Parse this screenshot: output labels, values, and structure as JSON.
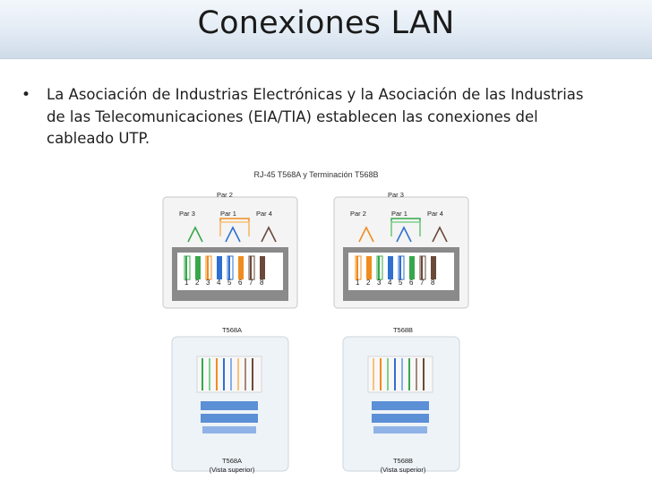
{
  "slide": {
    "title": "Conexiones LAN",
    "bullet": "La Asociación de Industrias Electrónicas y la Asociación de las Industrias de las Telecomunicaciones (EIA/TIA) establecen las conexiones del cableado UTP."
  },
  "diagram": {
    "title": "RJ-45 T568A y Terminación T568B",
    "pins": [
      "1",
      "2",
      "3",
      "4",
      "5",
      "6",
      "7",
      "8"
    ],
    "left": {
      "top_pair": "Par 2",
      "pair_left": "Par 3",
      "pair_center": "Par 1",
      "pair_right": "Par 4",
      "jack_caption": "T568A",
      "plug_caption": "T568A",
      "plug_sub": "(Vista superior)"
    },
    "right": {
      "top_pair": "Par 3",
      "pair_left": "Par 2",
      "pair_center": "Par 1",
      "pair_right": "Par 4",
      "jack_caption": "T568B",
      "plug_caption": "T568B",
      "plug_sub": "(Vista superior)"
    },
    "colors": {
      "green": "#37a84a",
      "orange": "#f08c1e",
      "blue": "#2f6fd1",
      "brown": "#6b4a3a",
      "white": "#ffffff"
    }
  }
}
